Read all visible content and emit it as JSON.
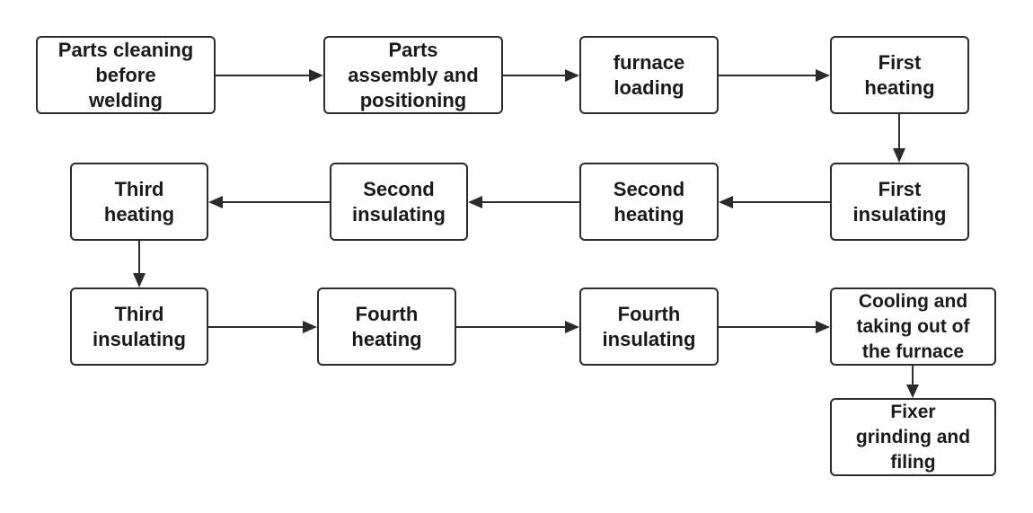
{
  "flowchart": {
    "nodes": [
      {
        "id": "n1",
        "text": "Parts cleaning\nbefore\nwelding"
      },
      {
        "id": "n2",
        "text": "Parts\nassembly and\npositioning"
      },
      {
        "id": "n3",
        "text": "furnace\nloading"
      },
      {
        "id": "n4",
        "text": "First\nheating"
      },
      {
        "id": "n5",
        "text": "First\ninsulating"
      },
      {
        "id": "n6",
        "text": "Second\nheating"
      },
      {
        "id": "n7",
        "text": "Second\ninsulating"
      },
      {
        "id": "n8",
        "text": "Third\nheating"
      },
      {
        "id": "n9",
        "text": "Third\ninsulating"
      },
      {
        "id": "n10",
        "text": "Fourth\nheating"
      },
      {
        "id": "n11",
        "text": "Fourth\ninsulating"
      },
      {
        "id": "n12",
        "text": "Cooling and\ntaking out of\nthe furnace"
      },
      {
        "id": "n13",
        "text": "Fixer\ngrinding and\nfiling"
      }
    ],
    "edges": [
      {
        "from": "n1",
        "to": "n2"
      },
      {
        "from": "n2",
        "to": "n3"
      },
      {
        "from": "n3",
        "to": "n4"
      },
      {
        "from": "n4",
        "to": "n5"
      },
      {
        "from": "n5",
        "to": "n6"
      },
      {
        "from": "n6",
        "to": "n7"
      },
      {
        "from": "n7",
        "to": "n8"
      },
      {
        "from": "n8",
        "to": "n9"
      },
      {
        "from": "n9",
        "to": "n10"
      },
      {
        "from": "n10",
        "to": "n11"
      },
      {
        "from": "n11",
        "to": "n12"
      },
      {
        "from": "n12",
        "to": "n13"
      }
    ],
    "colors": {
      "stroke": "#2b2b2b",
      "fill": "#ffffff",
      "text": "#1a1a1a"
    }
  }
}
